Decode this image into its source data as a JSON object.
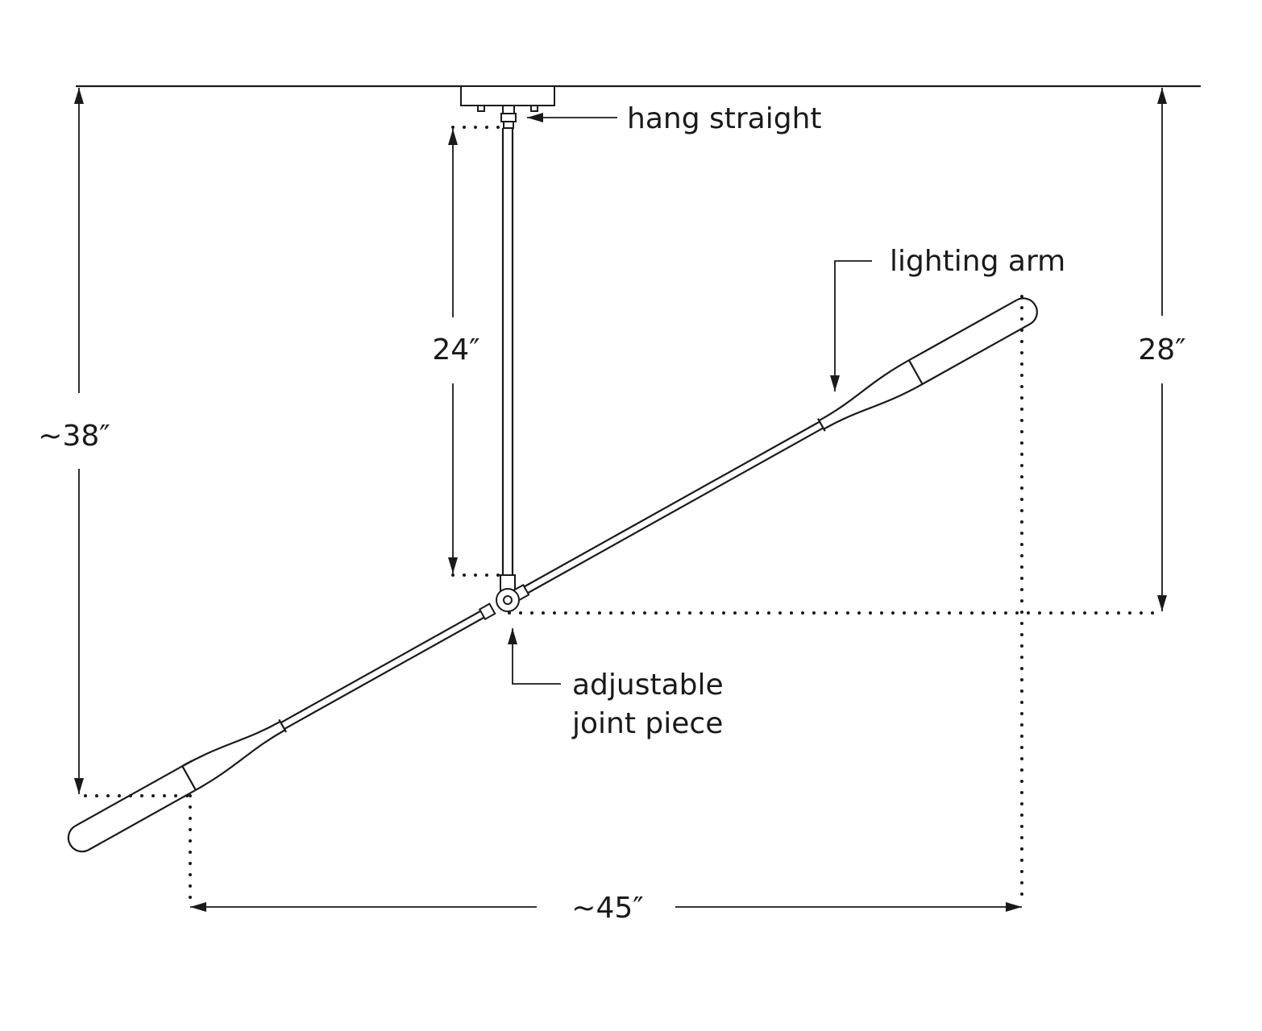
{
  "labels": {
    "hang_straight": "hang straight",
    "lighting_arm": "lighting arm",
    "adjustable_line1": "adjustable",
    "adjustable_line2": "joint piece"
  },
  "dimensions": {
    "stem_height": "24″",
    "top_to_joint": "28″",
    "overall_height": "~38″",
    "overall_width": "~45″"
  },
  "colors": {
    "line": "#1a1a1a",
    "background": "#ffffff"
  }
}
